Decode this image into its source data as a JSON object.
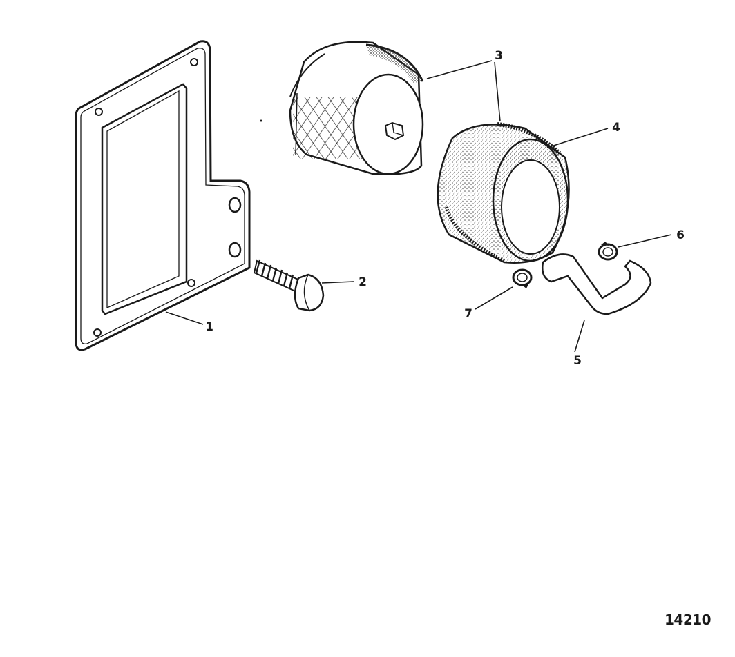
{
  "callouts": {
    "c1": "1",
    "c2": "2",
    "c3": "3",
    "c4": "4",
    "c5": "5",
    "c6": "6",
    "c7": "7"
  },
  "figure_number": "14210",
  "colors": {
    "ink": "#1a1a1a",
    "paper": "#ffffff",
    "stipple": "#6a6a6a"
  }
}
